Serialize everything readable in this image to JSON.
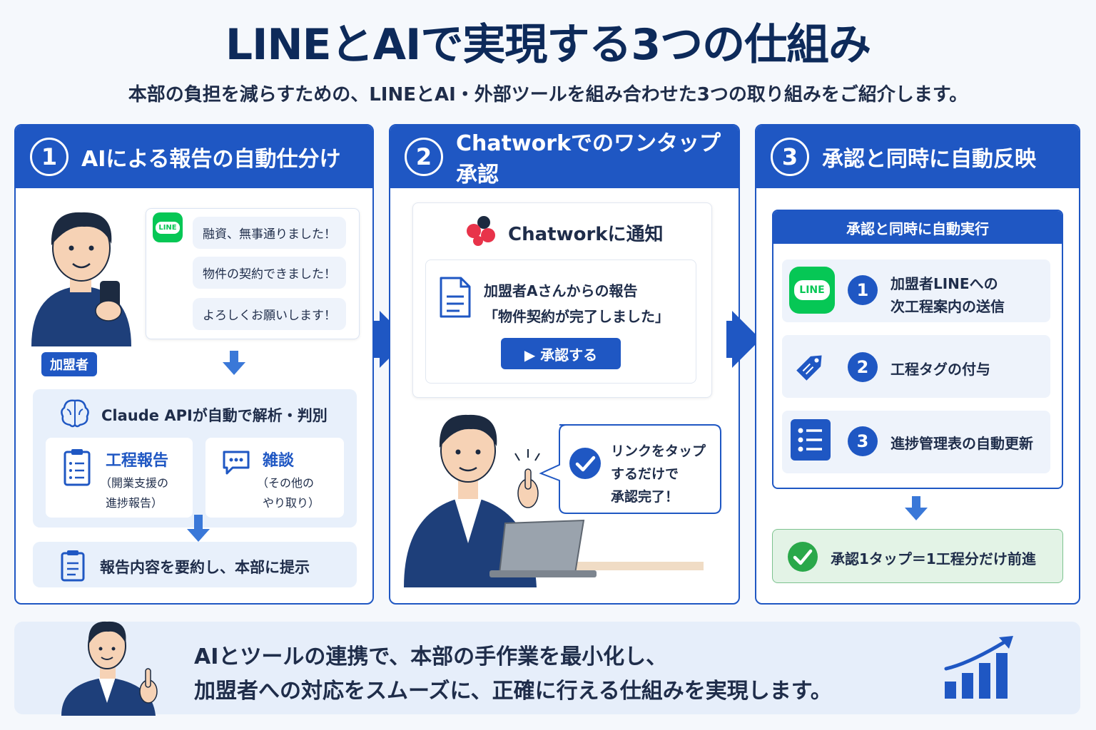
{
  "header": {
    "title": "LINEとAIで実現する3つの仕組み",
    "subtitle": "本部の負担を減らすための、LINEとAI・外部ツールを組み合わせた3つの取り組みをご紹介します。"
  },
  "panel1": {
    "number": "1",
    "title": "AIによる報告の自動仕分け",
    "line_icon": "LINE",
    "messages": [
      "融資、無事通りました！",
      "物件の契約できました！",
      "よろしくお願いします！"
    ],
    "user_tag": "加盟者",
    "ai_box_title": "Claude APIが自動で解析・判別",
    "category_a_title": "工程報告",
    "category_a_desc_1": "（開業支援の",
    "category_a_desc_2": "進捗報告）",
    "category_b_title": "雑談",
    "category_b_desc_1": "（その他の",
    "category_b_desc_2": "やり取り）",
    "summary": "報告内容を要約し、本部に提示"
  },
  "panel2": {
    "number": "2",
    "title": "Chatworkでのワンタップ承認",
    "notify_title": "Chatworkに通知",
    "report_line1": "加盟者Aさんからの報告",
    "report_line2": "「物件契約が完了しました」",
    "approve_button": "▶ 承認する",
    "bubble_line1": "リンクをタップ",
    "bubble_line2": "するだけで",
    "bubble_line3": "承認完了！"
  },
  "panel3": {
    "number": "3",
    "title": "承認と同時に自動反映",
    "box_title": "承認と同時に自動実行",
    "line_icon": "LINE",
    "steps": [
      {
        "num": "1",
        "line1": "加盟者LINEへの",
        "line2": "次工程案内の送信"
      },
      {
        "num": "2",
        "line1": "工程タグの付与",
        "line2": ""
      },
      {
        "num": "3",
        "line1": "進捗管理表の自動更新",
        "line2": ""
      }
    ],
    "result": "承認1タップ＝1工程分だけ前進"
  },
  "footer": {
    "line1": "AIとツールの連携で、本部の手作業を最小化し、",
    "line2": "加盟者への対応をスムーズに、正確に行える仕組みを実現します。"
  },
  "colors": {
    "primary": "#1f57c3",
    "navy": "#0d2a5a",
    "line_green": "#06c755",
    "result_bg": "#e3f3e6",
    "soft_blue": "#e8f0fb"
  }
}
